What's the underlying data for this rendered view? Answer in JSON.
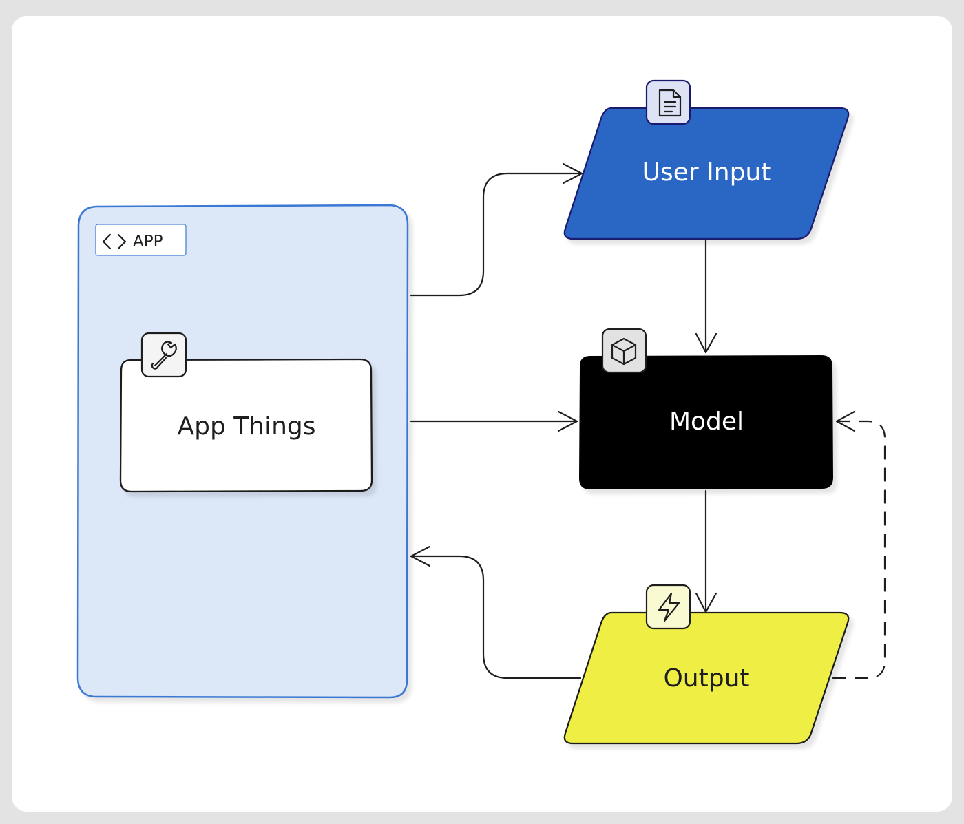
{
  "diagram": {
    "app_container": {
      "tag_label": "APP",
      "tag_icon": "code-icon"
    },
    "nodes": {
      "app_things": {
        "label": "App Things",
        "icon": "wrench-icon"
      },
      "user_input": {
        "label": "User Input",
        "icon": "document-icon",
        "fill": "#2966c4"
      },
      "model": {
        "label": "Model",
        "icon": "cube-icon",
        "fill": "#000000"
      },
      "output": {
        "label": "Output",
        "icon": "lightning-icon",
        "fill": "#eeee44"
      }
    },
    "colors": {
      "app_container_fill": "#dce7f8",
      "app_container_stroke": "#3a78d4",
      "user_input_stroke": "#1a1a6e",
      "stroke": "#1e1e1e"
    },
    "edges": [
      {
        "from": "App",
        "to": "User Input",
        "style": "solid"
      },
      {
        "from": "App",
        "to": "Model",
        "style": "solid"
      },
      {
        "from": "User Input",
        "to": "Model",
        "style": "solid"
      },
      {
        "from": "Model",
        "to": "Output",
        "style": "solid"
      },
      {
        "from": "Output",
        "to": "App",
        "style": "solid"
      },
      {
        "from": "Output",
        "to": "Model",
        "style": "dashed"
      }
    ]
  }
}
